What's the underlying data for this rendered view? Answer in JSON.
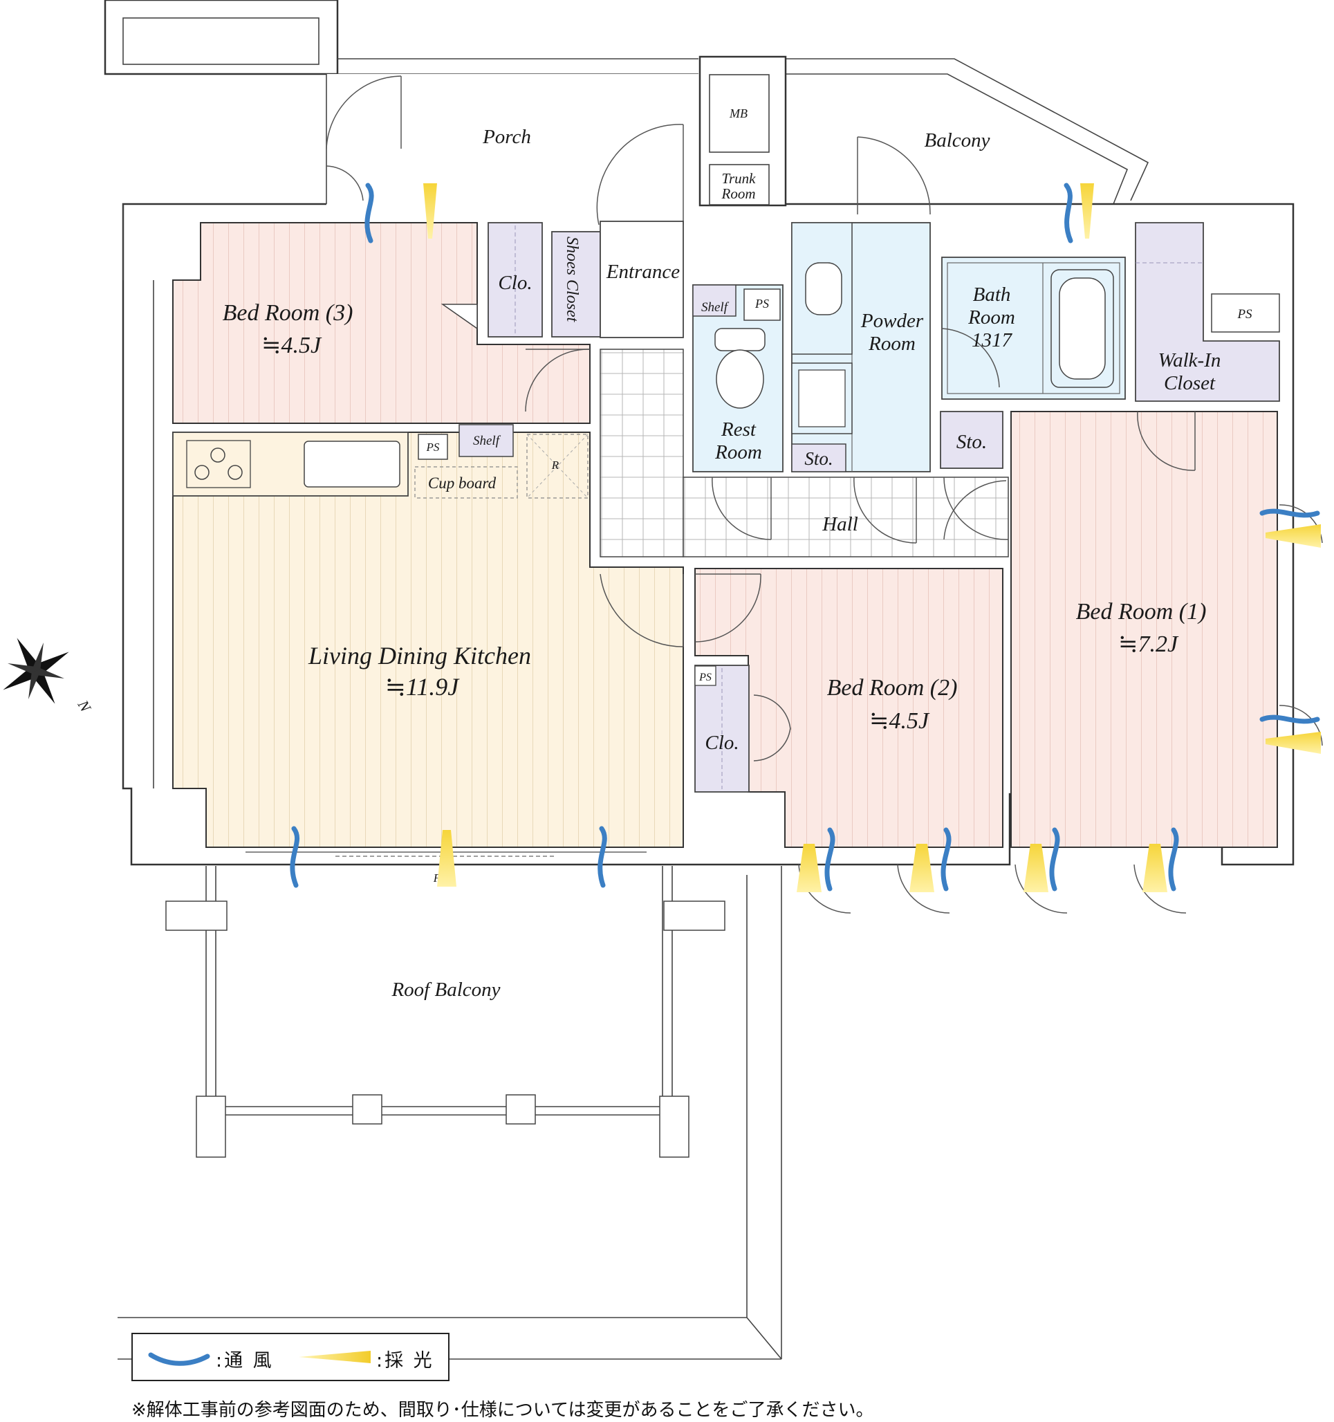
{
  "rooms": {
    "porch": "Porch",
    "balcony": "Balcony",
    "mb": "MB",
    "trunk_line1": "Trunk",
    "trunk_line2": "Room",
    "bed3_name": "Bed Room (3)",
    "bed3_size": "≒4.5J",
    "clo_top": "Clo.",
    "shoes_closet": "Shoes Closet",
    "entrance": "Entrance",
    "shelf_rest": "Shelf",
    "ps_rest": "PS",
    "rest_line1": "Rest",
    "rest_line2": "Room",
    "powder_line1": "Powder",
    "powder_line2": "Room",
    "sto_powder": "Sto.",
    "bath_line1": "Bath",
    "bath_line2": "Room",
    "bath_line3": "1317",
    "ps_walkin": "PS",
    "walkin_line1": "Walk-In",
    "walkin_line2": "Closet",
    "sto_right": "Sto.",
    "ps_kitchen": "PS",
    "shelf_kitchen": "Shelf",
    "cupboard": "Cup board",
    "fridge": "R",
    "hall": "Hall",
    "ldk_name": "Living Dining Kitchen",
    "ldk_size": "≒11.9J",
    "ps_bed2": "PS",
    "clo_bed2": "Clo.",
    "bed2_name": "Bed Room (2)",
    "bed2_size": "≒4.5J",
    "bed1_name": "Bed Room (1)",
    "bed1_size": "≒7.2J",
    "fix": "FIX",
    "roof_balcony": "Roof Balcony",
    "compass_n": "N"
  },
  "colors": {
    "bedroom": "#fbe9e4",
    "ldk": "#fdf3e0",
    "wet": "#e4f3fb",
    "storage": "#e6e3f2",
    "wind": "#3b7fc4",
    "light": "#f2cc2a"
  },
  "legend": {
    "wind_label": ":通 風",
    "light_label": ":採 光"
  },
  "note": "※解体工事前の参考図面のため、間取り･仕様については変更があることをご了承ください。"
}
